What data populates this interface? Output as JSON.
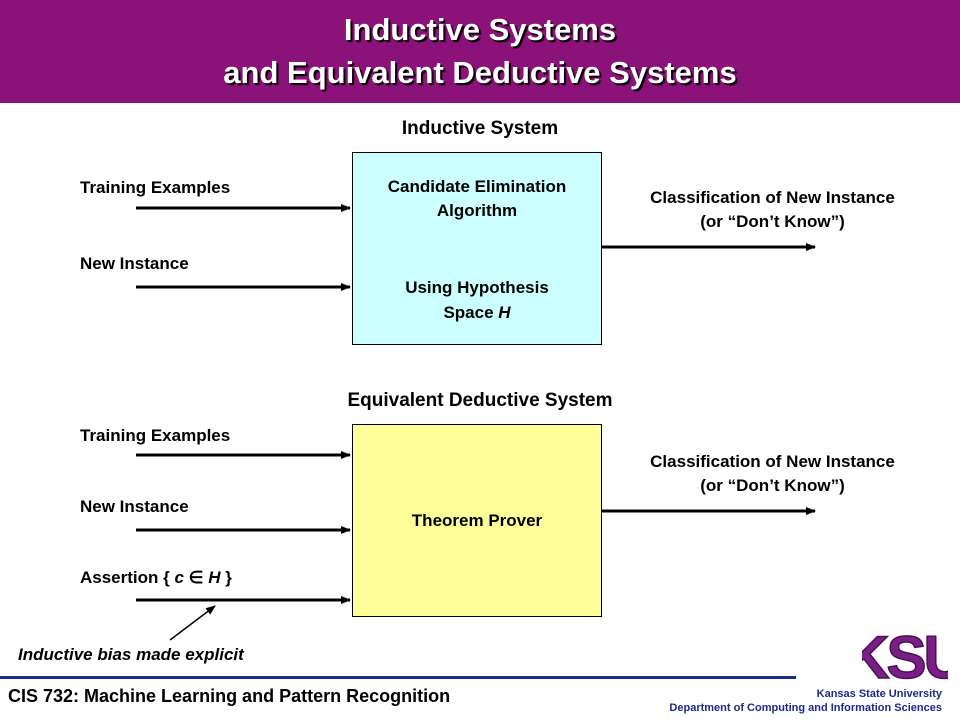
{
  "header": {
    "title_line1": "Inductive Systems",
    "title_line2": "and Equivalent Deductive Systems",
    "bg_color": "#8b1278"
  },
  "inductive": {
    "heading": "Inductive System",
    "input1": "Training Examples",
    "input2": "New Instance",
    "box_line1": "Candidate Elimination",
    "box_line2": "Algorithm",
    "box_line3": "Using Hypothesis",
    "box_line4_prefix": "Space ",
    "box_line4_var": "H",
    "output_line1": "Classification of New Instance",
    "output_line2": "(or “Don’t Know”)",
    "box_color": "#ccffff"
  },
  "deductive": {
    "heading": "Equivalent Deductive System",
    "input1": "Training Examples",
    "input2": "New Instance",
    "input3_prefix": "Assertion { ",
    "input3_c": "c",
    "input3_elem": " ∈ ",
    "input3_h": "H",
    "input3_suffix": " }",
    "box_label": "Theorem Prover",
    "output_line1": "Classification of New Instance",
    "output_line2": "(or “Don’t Know”)",
    "callout": "Inductive bias made explicit",
    "box_color": "#ffff99"
  },
  "footer": {
    "course": "CIS 732: Machine Learning and Pattern Recognition",
    "university": "Kansas State University",
    "department": "Department of Computing and Information Sciences",
    "logo_text": "KSU",
    "logo_color": "#7a1f86",
    "accent_color": "#1c2a8c"
  }
}
